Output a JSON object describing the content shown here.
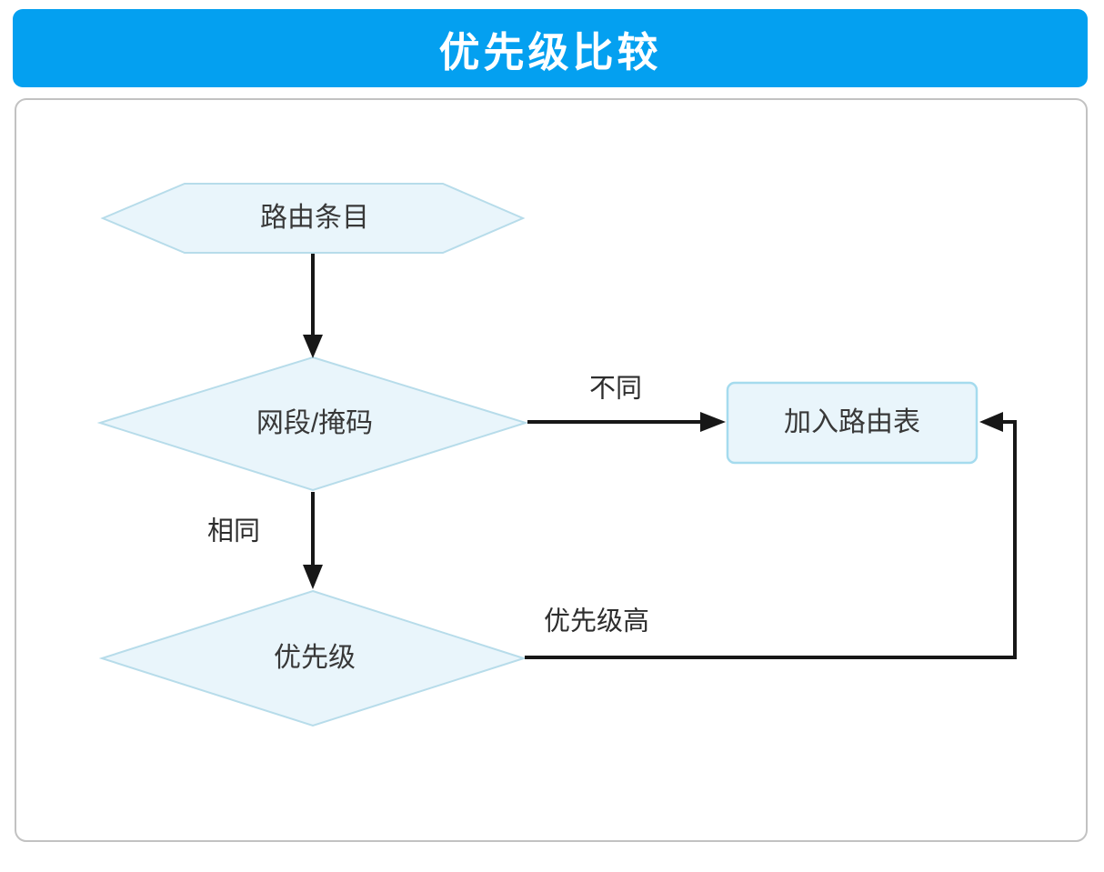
{
  "title": "优先级比较",
  "colors": {
    "header_bg": "#04a0f0",
    "header_text": "#ffffff",
    "node_fill": "#e9f5fb",
    "node_border": "#b7dcea",
    "rect_border": "#a5dbee",
    "arrow": "#171717",
    "panel_border": "#c2c2c2",
    "label_text": "#2d2d2d"
  },
  "flowchart": {
    "nodes": [
      {
        "id": "route-entry",
        "shape": "hexagon",
        "label": "路由条目"
      },
      {
        "id": "netmask",
        "shape": "diamond",
        "label": "网段/掩码"
      },
      {
        "id": "add-route-table",
        "shape": "rectangle",
        "label": "加入路由表"
      },
      {
        "id": "priority",
        "shape": "diamond",
        "label": "优先级"
      }
    ],
    "edges": [
      {
        "from": "route-entry",
        "to": "netmask",
        "label": ""
      },
      {
        "from": "netmask",
        "to": "add-route-table",
        "label": "不同"
      },
      {
        "from": "netmask",
        "to": "priority",
        "label": "相同"
      },
      {
        "from": "priority",
        "to": "add-route-table",
        "label": "优先级高"
      }
    ]
  }
}
